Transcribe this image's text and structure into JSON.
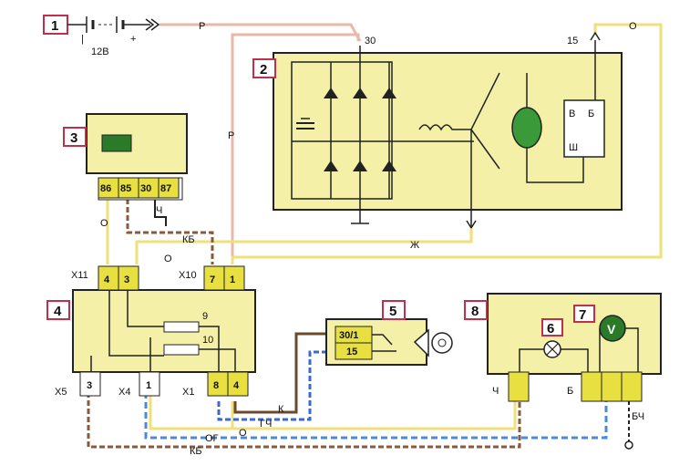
{
  "battery": {
    "num": "1",
    "minus": "|",
    "plus": "+",
    "voltage": "12В",
    "wire": "Р"
  },
  "generator": {
    "num": "2",
    "term30": "30",
    "term15": "15",
    "wire15": "О",
    "wireR": "Р",
    "regulator": {
      "b": "В",
      "be": "Б",
      "sh": "Ш"
    }
  },
  "relay": {
    "num": "3",
    "pins": [
      "86",
      "85",
      "30",
      "87"
    ],
    "wireCh": "Ч"
  },
  "wires": {
    "o1": "О",
    "kb1": "КБ",
    "o2": "О",
    "zh": "Ж",
    "o3": "О",
    "gch": "ГЧ",
    "k": "К",
    "og": "ОГ",
    "kb2": "КБ",
    "ch": "Ч",
    "b": "Б",
    "bch": "БЧ"
  },
  "block": {
    "num": "4",
    "x11": "X11",
    "x10": "X10",
    "x5": "X5",
    "x4": "X4",
    "x1": "X1",
    "x11pins": [
      "4",
      "3"
    ],
    "x10pins": [
      "7",
      "1"
    ],
    "x5pin": "3",
    "x4pin": "1",
    "x1pins": [
      "8",
      "4"
    ],
    "fuse9": "9",
    "fuse10": "10"
  },
  "ignition": {
    "num": "5",
    "pin1": "30/1",
    "pin2": "15"
  },
  "lamp": {
    "num": "6"
  },
  "voltmeter": {
    "num": "7",
    "symbol": "V"
  },
  "cluster": {
    "num": "8"
  }
}
